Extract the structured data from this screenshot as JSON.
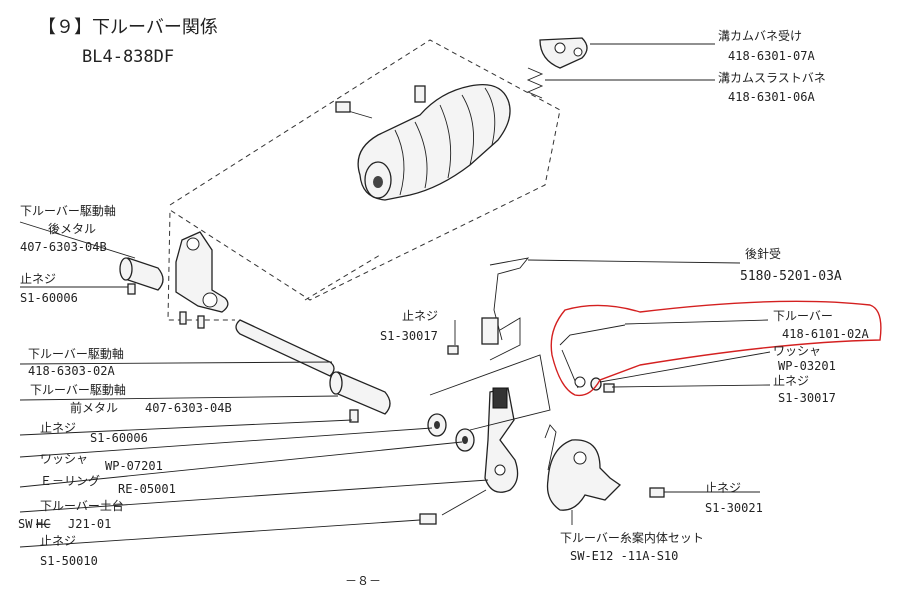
{
  "header": {
    "title": "【９】下ルーバー関係",
    "model": "BL4-838DF"
  },
  "footer": {
    "page": "－８－"
  },
  "callouts": [
    {
      "id": "cam-spring-holder",
      "name": "溝カムバネ受け",
      "code": "418-6301-07A"
    },
    {
      "id": "cam-thrust-spring",
      "name": "溝カムスラストバネ",
      "code": "418-6301-06A"
    },
    {
      "id": "rear-needle-guard",
      "name": "後針受",
      "code": "5180-5201-03A"
    },
    {
      "id": "lower-louver",
      "name": "下ルーバー",
      "code": "418-6101-02A"
    },
    {
      "id": "washer-right",
      "name": "ワッシャ",
      "code": "WP-03201"
    },
    {
      "id": "screw-right-1",
      "name": "止ネジ",
      "code": "S1-30017"
    },
    {
      "id": "screw-center",
      "name": "止ネジ",
      "code": "S1-30017"
    },
    {
      "id": "screw-right-2",
      "name": "止ネジ",
      "code": "S1-30021"
    },
    {
      "id": "thread-guide-set",
      "name": "下ルーバー糸案内体セット",
      "code": "SW-E12 -11A-S10"
    },
    {
      "id": "drive-shaft-rear",
      "name": "下ルーバー駆動軸",
      "sub": "後メタル",
      "code": "407-6303-04B"
    },
    {
      "id": "screw-left-1",
      "name": "止ネジ",
      "code": "S1-60006"
    },
    {
      "id": "drive-shaft",
      "name": "下ルーバー駆動軸",
      "code": "418-6303-02A"
    },
    {
      "id": "drive-shaft-front",
      "name": "下ルーバー駆動軸",
      "sub": "前メタル",
      "code": "407-6303-04B"
    },
    {
      "id": "screw-left-2",
      "name": "止ネジ",
      "code": "S1-60006"
    },
    {
      "id": "washer-left",
      "name": "ワッシャ",
      "code": "WP-07201"
    },
    {
      "id": "e-ring",
      "name": "Ｅ－リング",
      "code": "RE-05001"
    },
    {
      "id": "louver-base",
      "name": "下ルーバー土台",
      "code": "J21-01",
      "struck": "HC",
      "prefix": "SW"
    },
    {
      "id": "screw-left-3",
      "name": "止ネジ",
      "code": "S1-50010"
    }
  ],
  "colors": {
    "highlight": "#d42020",
    "ink": "#222222"
  }
}
